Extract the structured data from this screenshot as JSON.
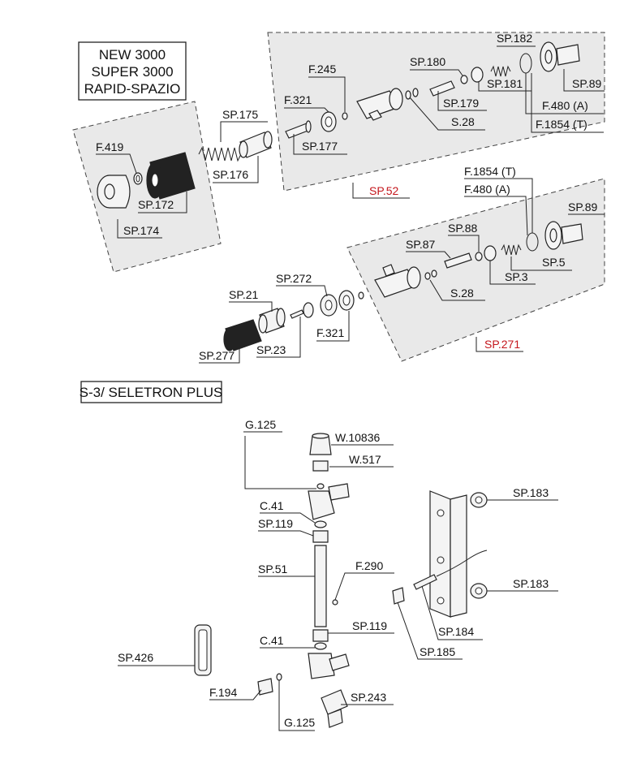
{
  "models_box": {
    "line1": "NEW 3000",
    "line2": "SUPER 3000",
    "line3": "RAPID-SPAZIO"
  },
  "section2_title": "S-3/ SELETRON PLUS",
  "colors": {
    "assembly_label": "#c4161c",
    "panel_fill": "#e9e9e9"
  },
  "labels": {
    "f419": "F.419",
    "sp172": "SP.172",
    "sp174": "SP.174",
    "sp175": "SP.175",
    "sp176": "SP.176",
    "f321a": "F.321",
    "f245": "F.245",
    "sp177": "SP.177",
    "sp180": "SP.180",
    "sp179": "SP.179",
    "s28a": "S.28",
    "sp182": "SP.182",
    "sp181": "SP.181",
    "sp89a": "SP.89",
    "f480a": "F.480 (A)",
    "f1854a": "F.1854 (T)",
    "sp52": "SP.52",
    "f1854b": "F.1854 (T)",
    "f480b": "F.480 (A)",
    "sp89b": "SP.89",
    "sp87": "SP.87",
    "sp88": "SP.88",
    "sp5": "SP.5",
    "sp3": "SP.3",
    "s28b": "S.28",
    "sp271": "SP.271",
    "sp272": "SP.272",
    "sp21": "SP.21",
    "sp277": "SP.277",
    "sp23": "SP.23",
    "f321b": "F.321",
    "g125a": "G.125",
    "w10836": "W.10836",
    "w517": "W.517",
    "c41a": "C.41",
    "sp119a": "SP.119",
    "sp51": "SP.51",
    "f290": "F.290",
    "c41b": "C.41",
    "sp119b": "SP.119",
    "sp426": "SP.426",
    "f194": "F.194",
    "g125b": "G.125",
    "sp243": "SP.243",
    "sp183a": "SP.183",
    "sp183b": "SP.183",
    "sp184": "SP.184",
    "sp185": "SP.185"
  }
}
